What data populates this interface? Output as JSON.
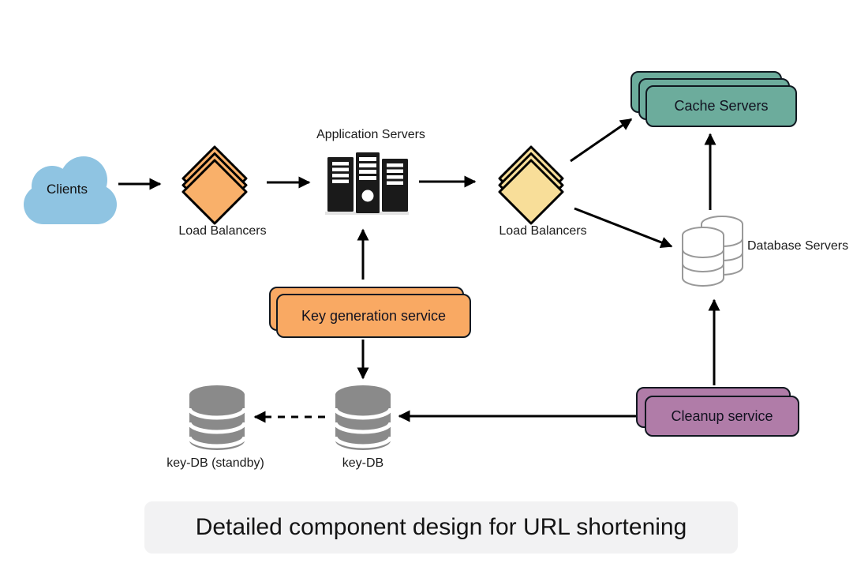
{
  "title": {
    "text": "Detailed component design for URL shortening",
    "bg": "#F2F2F3"
  },
  "nodes": {
    "clients": {
      "label": "Clients",
      "type": "cloud",
      "color": "#8FC4E2"
    },
    "load_balancers_1": {
      "label": "Load Balancers",
      "type": "diamond-stack",
      "color": "#F9B06A"
    },
    "application_servers": {
      "label": "Application Servers",
      "type": "server-rack",
      "color": "#1A1A1A"
    },
    "load_balancers_2": {
      "label": "Load Balancers",
      "type": "diamond-stack",
      "color": "#F8DE99"
    },
    "cache_servers": {
      "label": "Cache Servers",
      "type": "stacked-box",
      "color": "#6CAC9C"
    },
    "database_servers": {
      "label": "Database Servers",
      "type": "database-stack",
      "color": "#FFFFFF"
    },
    "key_generation_service": {
      "label": "Key generation service",
      "type": "stacked-box",
      "color": "#F9A963"
    },
    "key_db": {
      "label": "key-DB",
      "type": "database",
      "color": "#8A8A8A"
    },
    "key_db_standby": {
      "label": "key-DB (standby)",
      "type": "database",
      "color": "#8A8A8A"
    },
    "cleanup_service": {
      "label": "Cleanup service",
      "type": "stacked-box",
      "color": "#B07CA8"
    }
  },
  "edges": [
    {
      "from": "clients",
      "to": "load_balancers_1",
      "style": "solid"
    },
    {
      "from": "load_balancers_1",
      "to": "application_servers",
      "style": "solid"
    },
    {
      "from": "application_servers",
      "to": "load_balancers_2",
      "style": "solid"
    },
    {
      "from": "load_balancers_2",
      "to": "cache_servers",
      "style": "solid"
    },
    {
      "from": "load_balancers_2",
      "to": "database_servers",
      "style": "solid"
    },
    {
      "from": "database_servers",
      "to": "cache_servers",
      "style": "solid"
    },
    {
      "from": "cleanup_service",
      "to": "database_servers",
      "style": "solid"
    },
    {
      "from": "key_generation_service",
      "to": "application_servers",
      "style": "solid"
    },
    {
      "from": "key_generation_service",
      "to": "key_db",
      "style": "solid"
    },
    {
      "from": "key_db",
      "to": "key_db_standby",
      "style": "dashed"
    },
    {
      "from": "cleanup_service",
      "to": "key_db",
      "style": "solid"
    }
  ]
}
